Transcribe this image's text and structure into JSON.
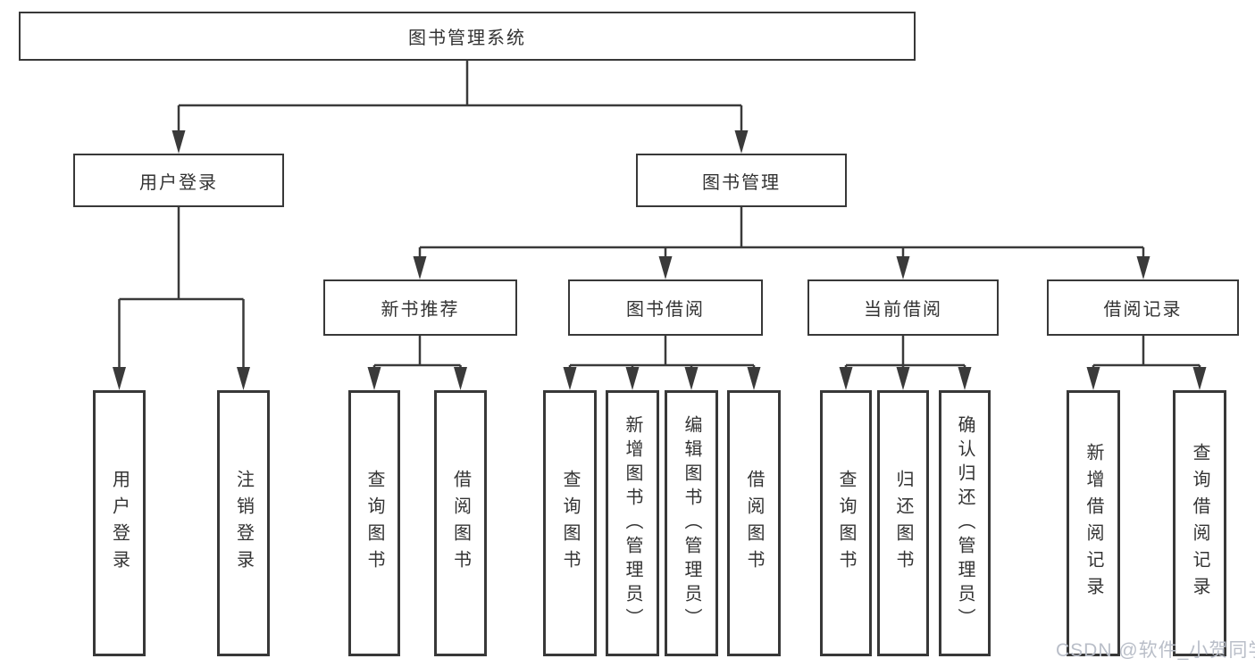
{
  "diagram_title": "图书管理系统",
  "colors": {
    "background": "#ffffff",
    "line": "#3a3a3a",
    "box_border": "#383838",
    "text": "#333333",
    "watermark": "#b9bec8"
  },
  "watermark": {
    "text": "CSDN @软件_小贺同学"
  },
  "nodes": {
    "root": {
      "label": "图书管理系统"
    },
    "level2": [
      {
        "label": "用户登录",
        "parent": "图书管理系统"
      },
      {
        "label": "图书管理",
        "parent": "图书管理系统"
      }
    ],
    "level3": [
      {
        "label": "新书推荐",
        "parent": "图书管理"
      },
      {
        "label": "图书借阅",
        "parent": "图书管理"
      },
      {
        "label": "当前借阅",
        "parent": "图书管理"
      },
      {
        "label": "借阅记录",
        "parent": "图书管理"
      }
    ],
    "leaves": [
      {
        "label": "用户登录",
        "parent": "用户登录"
      },
      {
        "label": "注销登录",
        "parent": "用户登录"
      },
      {
        "label": "查询图书",
        "parent": "新书推荐"
      },
      {
        "label": "借阅图书",
        "parent": "新书推荐"
      },
      {
        "label": "查询图书",
        "parent": "图书借阅"
      },
      {
        "label": "新增图书（管理员）",
        "parent": "图书借阅"
      },
      {
        "label": "编辑图书（管理员）",
        "parent": "图书借阅"
      },
      {
        "label": "借阅图书",
        "parent": "图书借阅"
      },
      {
        "label": "查询图书",
        "parent": "当前借阅"
      },
      {
        "label": "归还图书",
        "parent": "当前借阅"
      },
      {
        "label": "确认归还（管理员）",
        "parent": "当前借阅"
      },
      {
        "label": "新增借阅记录",
        "parent": "借阅记录"
      },
      {
        "label": "查询借阅记录",
        "parent": "借阅记录"
      }
    ]
  }
}
